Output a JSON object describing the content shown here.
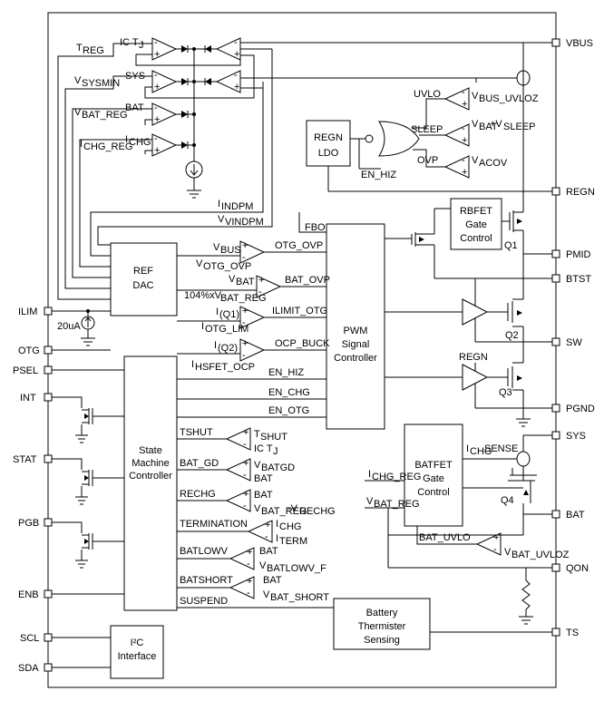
{
  "pins_left": [
    "ILIM",
    "OTG",
    "PSEL",
    "INT",
    "STAT",
    "PGB",
    "ENB",
    "SCL",
    "SDA"
  ],
  "pins_right": [
    "VBUS",
    "REGN",
    "PMID",
    "BTST",
    "SW",
    "PGND",
    "SYS",
    "BAT",
    "QON",
    "TS"
  ],
  "blocks": {
    "ref_dac": [
      "REF",
      "DAC"
    ],
    "regn_ldo": [
      "REGN",
      "LDO"
    ],
    "rbfet": [
      "RBFET",
      "Gate",
      "Control"
    ],
    "pwm": [
      "PWM",
      "Signal",
      "Controller"
    ],
    "state_machine": [
      "State",
      "Machine",
      "Controller"
    ],
    "batfet": [
      "BATFET",
      "Gate",
      "Control"
    ],
    "thermistor": [
      "Battery",
      "Thermister",
      "Sensing"
    ],
    "i2c": [
      "I²C",
      "Interface"
    ]
  },
  "top_amp_labels": {
    "treg": "T",
    "treg_sub": "REG",
    "ictj": "IC T",
    "ictj_sub": "J",
    "vsysmin": "V",
    "vsysmin_sub": "SYSMIN",
    "sys": "SYS",
    "vbatreg": "V",
    "vbatreg_sub": "BAT_REG",
    "bat": "BAT",
    "ichgreg": "I",
    "ichgreg_sub": "CHG_REG",
    "ichg": "I",
    "ichg_sub": "CHG",
    "iindpm": "I",
    "iindpm_sub": "INDPM",
    "vindpm": "V",
    "vindpm_sub": "VINDPM"
  },
  "gate_labels": {
    "uvlo": "UVLO",
    "vbus_uvloz": "V",
    "vbus_uvloz_sub": "BUS_UVLOZ",
    "sleep": "SLEEP",
    "vbat_vsleep": "V",
    "vbat_vsleep_sub1": "BAT",
    "vbat_vsleep_mid": "+V",
    "vbat_vsleep_sub2": "SLEEP",
    "ovp": "OVP",
    "vacov": "V",
    "vacov_sub": "ACOV",
    "en_hiz": "EN_HIZ"
  },
  "pwm_inputs": {
    "fbo": "FBO",
    "vbus": "V",
    "vbus_sub": "BUS",
    "votg_ovp": "V",
    "votg_ovp_sub": "OTG_OVP",
    "otg_ovp": "OTG_OVP",
    "vbat": "V",
    "vbat_sub": "BAT",
    "vbat_reg_pct": "104%xV",
    "vbat_reg_pct_sub": "BAT_REG",
    "bat_ovp": "BAT_OVP",
    "iq1": "I",
    "iq1_sub": "(Q1)",
    "iotg_lim": "I",
    "iotg_lim_sub": "OTG_LIM",
    "ilimit_otg": "ILIMIT_OTG",
    "iq2": "I",
    "iq2_sub": "(Q2)",
    "ihsfet_ocp": "I",
    "ihsfet_ocp_sub": "HSFET_OCP",
    "ocp_buck": "OCP_BUCK",
    "en_hiz": "EN_HIZ",
    "en_chg": "EN_CHG",
    "en_otg": "EN_OTG"
  },
  "sm_signals": {
    "tshut": "TSHUT",
    "tshut_ref": "T",
    "tshut_ref_sub": "SHUT",
    "ictj": "IC T",
    "ictj_sub": "J",
    "bat_gd": "BAT_GD",
    "vbatgd": "V",
    "vbatgd_sub": "BATGD",
    "bat1": "BAT",
    "rechg": "RECHG",
    "bat2": "BAT",
    "vrechg": "V",
    "vrechg_sub1": "BAT_REG",
    "vrechg_mid": "-V",
    "vrechg_sub2": "RECHG",
    "termination": "TERMINATION",
    "ichg": "I",
    "ichg_sub": "CHG",
    "iterm": "I",
    "iterm_sub": "TERM",
    "batlowv": "BATLOWV",
    "bat3": "BAT",
    "vbatlowv": "V",
    "vbatlowv_sub": "BATLOWV_F",
    "batshort": "BATSHORT",
    "bat4": "BAT",
    "vbatshort": "V",
    "vbatshort_sub": "BAT_SHORT",
    "suspend": "SUSPEND"
  },
  "misc": {
    "src_20ua": "20uA",
    "q1": "Q1",
    "q2": "Q2",
    "q3": "Q3",
    "q4": "Q4",
    "regn_drv": "REGN",
    "ichg_sense": "I",
    "ichg_sense_sub": "CHG",
    "ichg_sense_tail": "SENSE",
    "ichg_reg": "I",
    "ichg_reg_sub": "CHG_REG",
    "vbat_reg": "V",
    "vbat_reg_sub": "BAT_REG",
    "bat_uvlo": "BAT_UVLO",
    "vbat_uvloz": "V",
    "vbat_uvloz_sub": "BAT_UVLOZ"
  }
}
